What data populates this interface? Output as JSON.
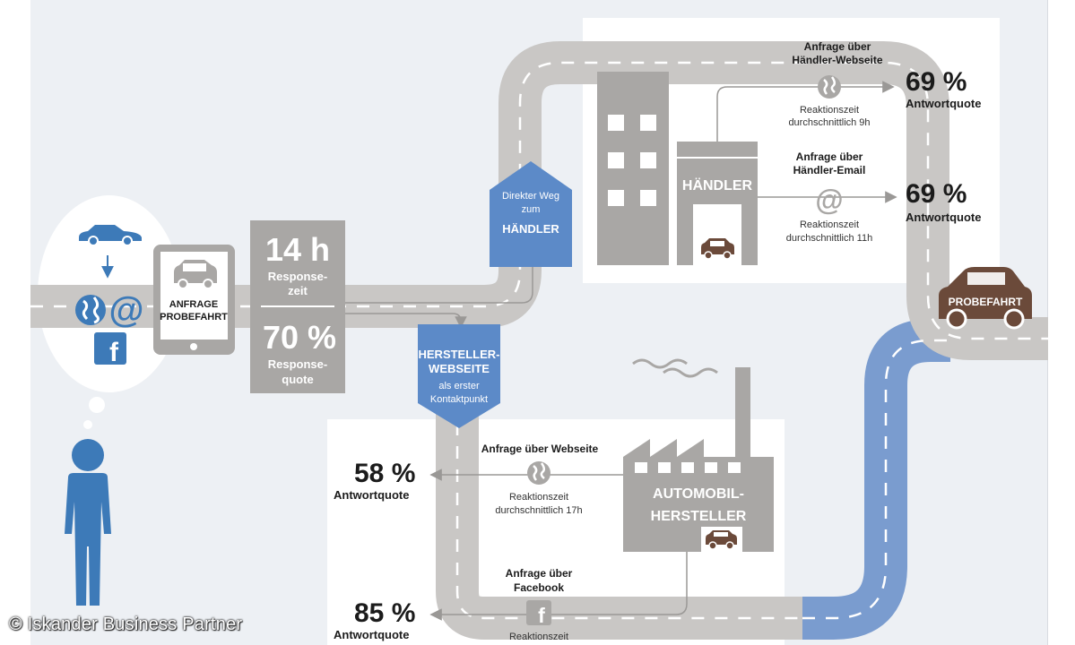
{
  "request": {
    "label_line1": "ANFRAGE",
    "label_line2": "PROBEFAHRT"
  },
  "response_box": {
    "time_value": "14 h",
    "time_label_line1": "Response-",
    "time_label_line2": "zeit",
    "rate_value": "70 %",
    "rate_label_line1": "Response-",
    "rate_label_line2": "quote"
  },
  "sign_dealer": {
    "line1": "Direkter Weg",
    "line2": "zum",
    "line3": "HÄNDLER"
  },
  "sign_manufacturer": {
    "line1": "HERSTELLER-",
    "line2": "WEBSEITE",
    "line3": "als erster",
    "line4": "Kontaktpunkt"
  },
  "dealer": {
    "name": "HÄNDLER",
    "web": {
      "title_line1": "Anfrage über",
      "title_line2": "Händler-Webseite",
      "reaction_line1": "Reaktionszeit",
      "reaction_line2": "durchschnittlich 9h",
      "rate": "69 %",
      "rate_label": "Antwortquote"
    },
    "email": {
      "title_line1": "Anfrage über",
      "title_line2": "Händler-Email",
      "reaction_line1": "Reaktionszeit",
      "reaction_line2": "durchschnittlich 11h",
      "rate": "69 %",
      "rate_label": "Antwortquote"
    }
  },
  "manufacturer": {
    "name_line1": "AUTOMOBIL-",
    "name_line2": "HERSTELLER",
    "web": {
      "title": "Anfrage über Webseite",
      "reaction_line1": "Reaktionszeit",
      "reaction_line2": "durchschnittlich 17h",
      "rate": "58 %",
      "rate_label": "Antwortquote"
    },
    "facebook": {
      "title_line1": "Anfrage über",
      "title_line2": "Facebook",
      "reaction_line1": "Reaktionszeit",
      "rate": "85 %",
      "rate_label": "Antwortquote"
    }
  },
  "goal": {
    "label": "PROBEFAHRT"
  },
  "copyright": "© Iskander Business Partner",
  "colors": {
    "road": "#c9c7c5",
    "road_blue": "#7a9ccf",
    "sign_blue": "#5c8ac8",
    "building": "#a9a7a5",
    "car_brown": "#6b4a3a",
    "person_blue": "#3d7ab8",
    "icon_blue": "#3d7ab8",
    "text": "#1b1b1b"
  },
  "icons": [
    "car-icon",
    "globe-icon",
    "at-icon",
    "facebook-icon",
    "person-icon",
    "tablet-icon",
    "factory-icon",
    "building-icon",
    "smoke-icon"
  ]
}
